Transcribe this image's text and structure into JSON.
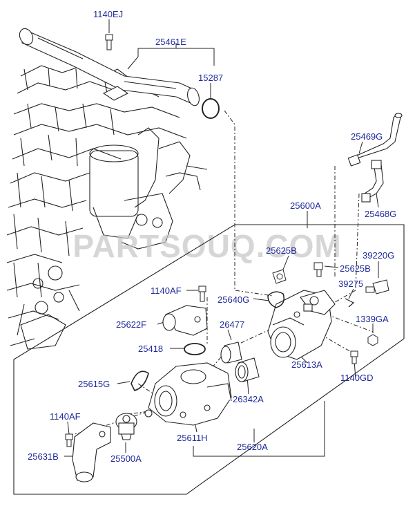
{
  "watermark": "PARTSOUQ.COM",
  "colors": {
    "label": "#1f2a9a",
    "line": "#222222",
    "watermark": "#c9c9c9"
  },
  "labels": {
    "p1140EJ": "1140EJ",
    "p25461E": "25461E",
    "p15287": "15287",
    "p25469G": "25469G",
    "p25468G": "25468G",
    "p25600A": "25600A",
    "p25625B_a": "25625B",
    "p25625B_b": "25625B",
    "p39220G": "39220G",
    "p39275": "39275",
    "p1140AF_a": "1140AF",
    "p25640G": "25640G",
    "p1339GA": "1339GA",
    "p26477": "26477",
    "p25622F": "25622F",
    "p25418": "25418",
    "p25613A": "25613A",
    "p1140GD": "1140GD",
    "p25615G": "25615G",
    "p26342A": "26342A",
    "p1140AF_b": "1140AF",
    "p25611H": "25611H",
    "p25620A": "25620A",
    "p25631B": "25631B",
    "p25500A": "25500A"
  }
}
